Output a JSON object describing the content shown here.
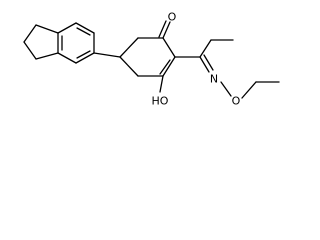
{
  "structure": {
    "atoms": {
      "ketone_oxygen": "O",
      "enol_hydroxyl": "HO",
      "oxime_nitrogen": "N",
      "ether_oxygen": "O"
    }
  },
  "colors": {
    "background": "#ffffff",
    "bond": "#000000",
    "label": "#000000"
  }
}
